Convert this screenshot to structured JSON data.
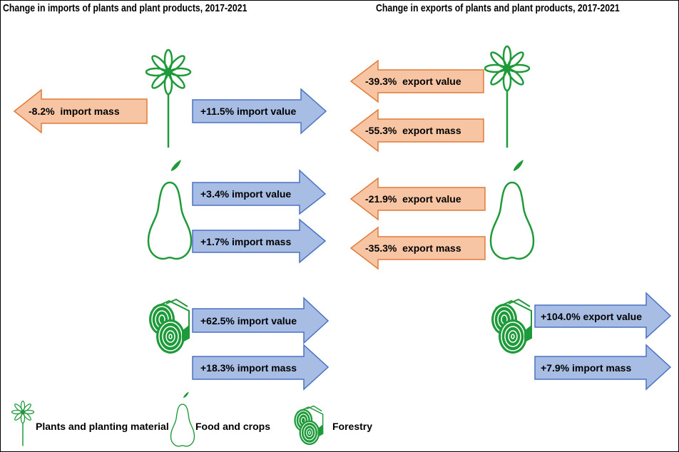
{
  "titles": {
    "imports": "Change in imports of plants and plant products, 2017-2021",
    "exports": "Change in exports of plants and plant products, 2017-2021"
  },
  "colors": {
    "increase": "#a7bde3",
    "decrease": "#f7c5a3",
    "increase_stroke": "#4a72c4",
    "decrease_stroke": "#e07b39",
    "icon": "#1f9a3a"
  },
  "imports": {
    "plants": [
      {
        "label": "-8.2%  import mass",
        "direction": "decrease"
      },
      {
        "label": "+11.5% import value",
        "direction": "increase"
      }
    ],
    "food": [
      {
        "label": "+3.4% import value",
        "direction": "increase"
      },
      {
        "label": "+1.7% import mass",
        "direction": "increase"
      }
    ],
    "forestry": [
      {
        "label": "+62.5% import value",
        "direction": "increase"
      },
      {
        "label": "+18.3% import mass",
        "direction": "increase"
      }
    ]
  },
  "exports": {
    "plants": [
      {
        "label": "-39.3%  export value",
        "direction": "decrease"
      },
      {
        "label": "-55.3%  export mass",
        "direction": "decrease"
      }
    ],
    "food": [
      {
        "label": "-21.9%  export value",
        "direction": "decrease"
      },
      {
        "label": "-35.3%  export mass",
        "direction": "decrease"
      }
    ],
    "forestry": [
      {
        "label": "+104.0% export value",
        "direction": "increase"
      },
      {
        "label": "+7.9% import mass",
        "direction": "increase"
      }
    ]
  },
  "legend": {
    "plants": {
      "label": "Plants and planting material",
      "icon": "flower-icon"
    },
    "food": {
      "label": "Food and crops",
      "icon": "pear-icon"
    },
    "forestry": {
      "label": "Forestry",
      "icon": "logs-icon"
    }
  }
}
